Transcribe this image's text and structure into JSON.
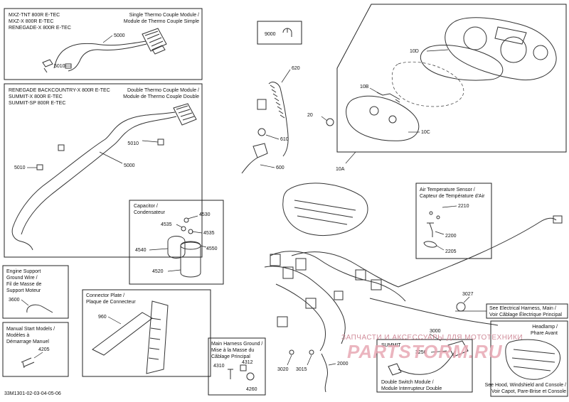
{
  "figure_code": "33M1301-02-03-04-05-06",
  "boxes": {
    "thermo_single": {
      "models": [
        "MXZ-TNT 800R E-TEC",
        "MXZ-X 800R E-TEC",
        "RENEGADE-X 800R E-TEC"
      ],
      "title": [
        "Single Thermo Couple Module /",
        "Module de Thermo Couple Simple"
      ],
      "parts": [
        "5000",
        "5010"
      ]
    },
    "thermo_double": {
      "models": [
        "RENEGADE BACKCOUNTRY-X 800R E-TEC",
        "SUMMIT-X 800R E-TEC",
        "SUMMIT-SP 800R E-TEC"
      ],
      "title": [
        "Double Thermo Couple Module /",
        "Module de Thermo Couple Double"
      ],
      "parts": [
        "5000",
        "5010",
        "5010"
      ]
    },
    "clip": {
      "parts": [
        "9000"
      ]
    },
    "gauge": {
      "parts": [
        "10D",
        "10B",
        "10C",
        "10A",
        "20"
      ]
    },
    "harness_upper": {
      "parts": [
        "620",
        "610",
        "600"
      ]
    },
    "air_temp": {
      "title": [
        "Air Temperature Sensor /",
        "Capteur de Température d'Air"
      ],
      "parts": [
        "2210",
        "2200",
        "2205"
      ]
    },
    "capacitor": {
      "title": [
        "Capacitor /",
        "Condensateur"
      ],
      "parts": [
        "4530",
        "4535",
        "4535",
        "4540",
        "4550",
        "4520"
      ]
    },
    "engine_support": {
      "title": [
        "Engine Support",
        "Ground Wire /",
        "Fil de Masse de",
        "Support Moteur"
      ],
      "parts": [
        "3600"
      ]
    },
    "connector_plate": {
      "title": [
        "Connector Plate /",
        "Plaque de Connecteur"
      ],
      "parts": [
        "960"
      ]
    },
    "manual_start": {
      "title": [
        "Manual Start Models /",
        "Modèles à",
        "Démarrage Manuel"
      ],
      "parts": [
        "4205"
      ]
    },
    "main_ground": {
      "title": [
        "Main Harness Ground /",
        "Mise à la Masse du",
        "Câblage Principal"
      ],
      "parts": [
        "4310",
        "4312",
        "4260"
      ]
    },
    "electrical_ref": {
      "title": [
        "See Electrical Harness, Main /",
        "Voir Câblage Électrique Principal"
      ]
    },
    "headlamp_ref": {
      "title": [
        "Headlamp /",
        "Phare Avant"
      ],
      "note": [
        "See Hood, Windshield and Console /",
        "Voir Capot, Pare-Brise et Console"
      ]
    },
    "double_switch": {
      "model": "SUMMIT",
      "title": [
        "Double Switch Module /",
        "Module Interrupteur Double"
      ],
      "parts": [
        "3250"
      ]
    }
  },
  "loose_parts": [
    "3027",
    "3000",
    "2000",
    "3020",
    "3015"
  ],
  "watermark": {
    "line1": "ЗАПЧАСТИ И АКСЕССУАРЫ ДЛЯ МОТОТЕХНИКИ",
    "line2": "PARTSTORM.RU",
    "color": "#e8a9b4"
  }
}
